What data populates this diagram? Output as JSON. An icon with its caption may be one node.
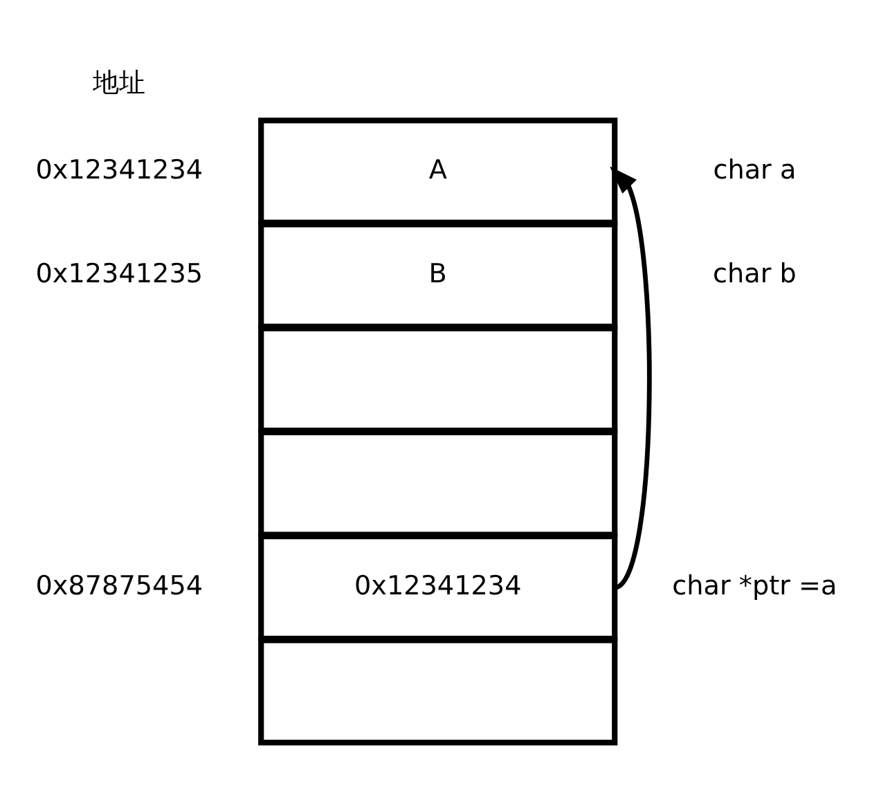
{
  "diagram": {
    "nodes": [
      {
        "text": [
          "A"
        ],
        "beside": [
          "0x12341234",
          "char a"
        ]
      },
      {
        "text": [
          "B"
        ],
        "beside": [
          "0x12341235",
          "char b"
        ]
      },
      {
        "text": [],
        "shape": "box"
      },
      {
        "text": [],
        "shape": "box"
      },
      {
        "text": [
          "0x12341234"
        ],
        "beside": [
          "0x87875454",
          "char *ptr =a"
        ]
      },
      {
        "text": [],
        "shape": "box"
      }
    ],
    "edges": [
      {
        "from": 4,
        "to": 0,
        "arrow": "to"
      }
    ],
    "labels": [
      "地址"
    ]
  }
}
